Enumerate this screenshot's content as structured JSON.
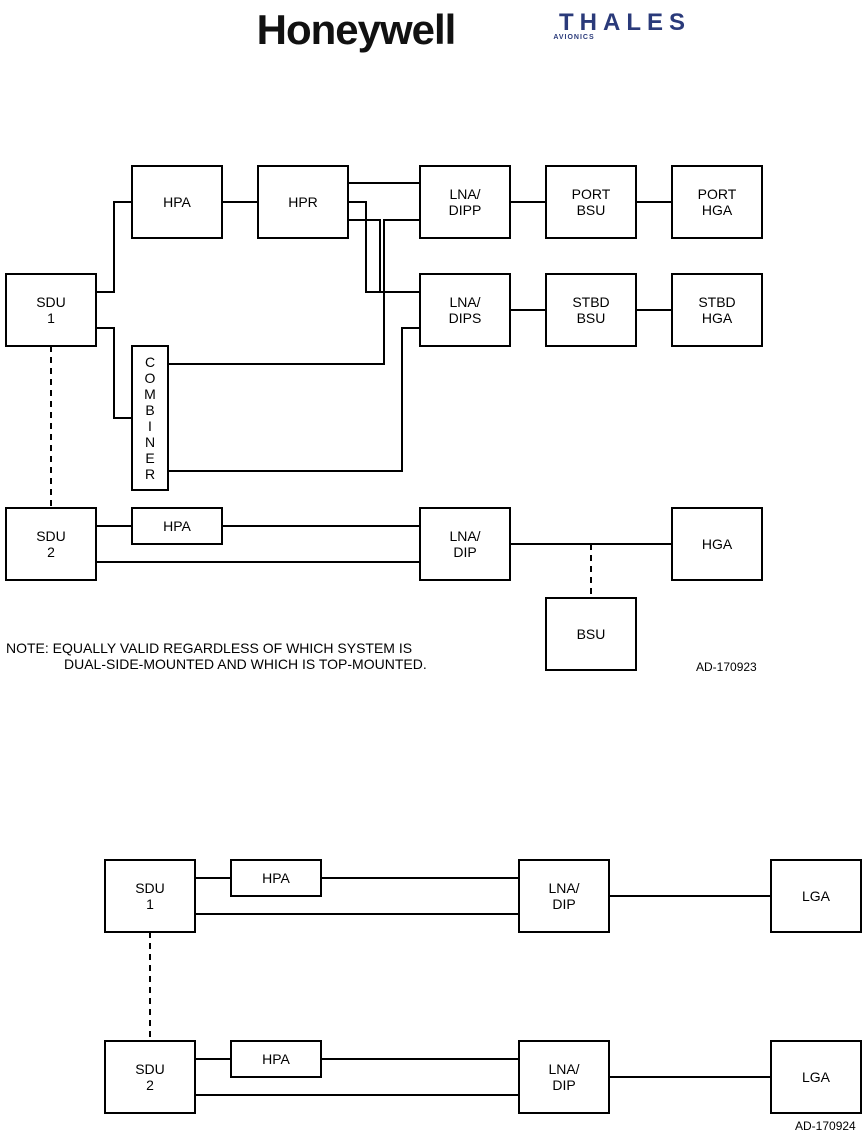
{
  "logos": {
    "honeywell": "Honeywell",
    "thales": "THALES",
    "thales_sub": "AVIONICS",
    "thales_color": "#2a3a7a"
  },
  "diagram1": {
    "hpa": "HPA",
    "hpr": "HPR",
    "lna_dipp": [
      "LNA/",
      "DIPP"
    ],
    "lna_dips": [
      "LNA/",
      "DIPS"
    ],
    "port_bsu": [
      "PORT",
      "BSU"
    ],
    "port_hga": [
      "PORT",
      "HGA"
    ],
    "stbd_bsu": [
      "STBD",
      "BSU"
    ],
    "stbd_hga": [
      "STBD",
      "HGA"
    ],
    "sdu1": [
      "SDU",
      "1"
    ],
    "combiner": [
      "C",
      "O",
      "M",
      "B",
      "I",
      "N",
      "E",
      "R"
    ],
    "sdu2": [
      "SDU",
      "2"
    ],
    "hpa2": "HPA",
    "lna_dip": [
      "LNA/",
      "DIP"
    ],
    "hga": "HGA",
    "bsu": "BSU",
    "note": [
      "NOTE:  EQUALLY VALID REGARDLESS OF WHICH SYSTEM IS",
      "DUAL-SIDE-MOUNTED AND WHICH IS TOP-MOUNTED."
    ],
    "code": "AD-170923"
  },
  "diagram2": {
    "sdu1": [
      "SDU",
      "1"
    ],
    "hpa1": "HPA",
    "lna_dip1": [
      "LNA/",
      "DIP"
    ],
    "lga1": "LGA",
    "sdu2": [
      "SDU",
      "2"
    ],
    "hpa2": "HPA",
    "lna_dip2": [
      "LNA/",
      "DIP"
    ],
    "lga2": "LGA",
    "code": "AD-170924"
  }
}
